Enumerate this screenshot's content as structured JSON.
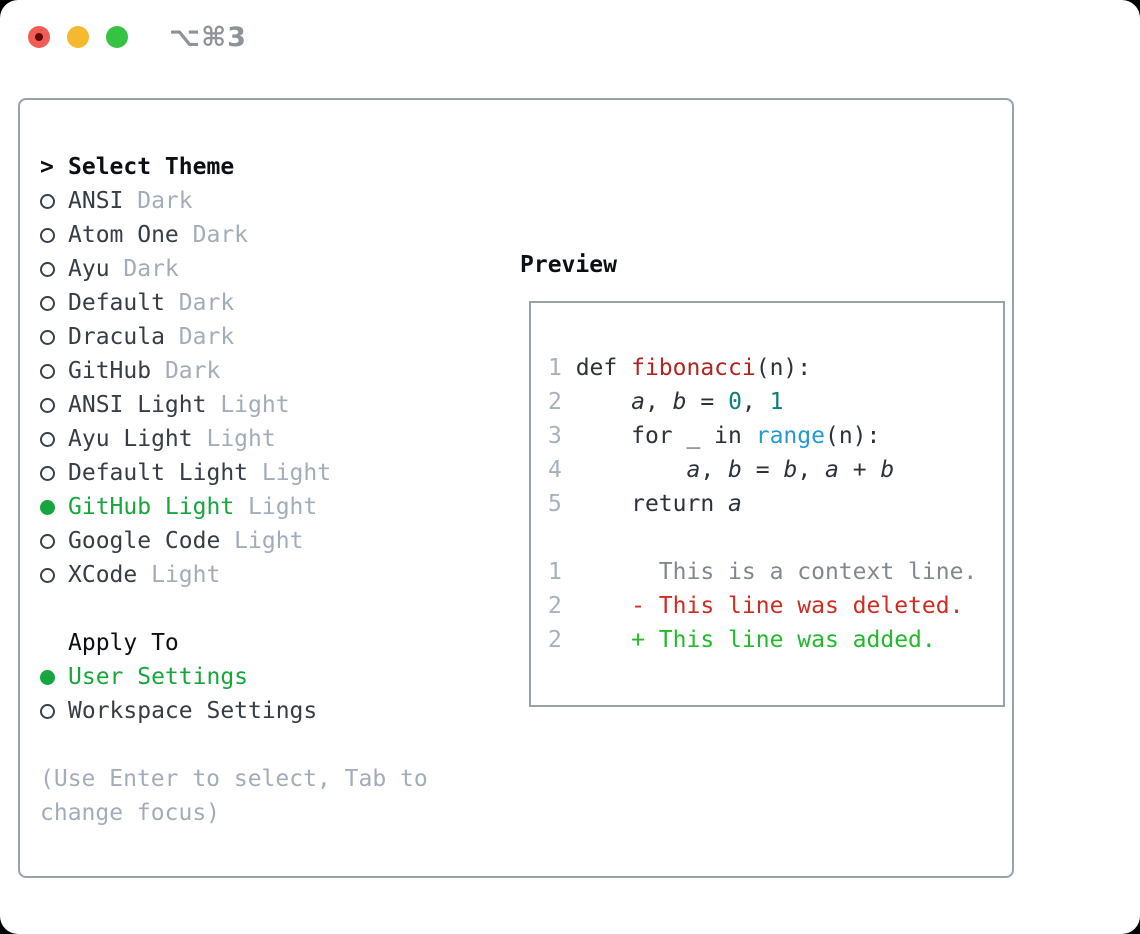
{
  "window": {
    "shortcut_label": "⌥⌘3",
    "traffic_lights": [
      "close",
      "minimize",
      "zoom"
    ]
  },
  "colors": {
    "panel_border": "#99a2ab",
    "selection_green": "#17a63e",
    "added_green": "#23b92d",
    "deleted_red": "#cd2d23",
    "function_red": "#b32420",
    "number_teal": "#0d7e80",
    "builtin_blue": "#239bd0",
    "muted_gray": "#a3adb9",
    "text_dark": "#2b323a",
    "traffic_red": "#f25c54",
    "traffic_yellow": "#f5b82e",
    "traffic_green": "#37c342"
  },
  "theme_panel": {
    "rows": [
      {
        "type": "header",
        "label": "Select Theme"
      },
      {
        "type": "option",
        "state": "off",
        "name": "ANSI",
        "variant": "Dark"
      },
      {
        "type": "option",
        "state": "off",
        "name": "Atom One",
        "variant": "Dark"
      },
      {
        "type": "option",
        "state": "off",
        "name": "Ayu",
        "variant": "Dark"
      },
      {
        "type": "option",
        "state": "off",
        "name": "Default",
        "variant": "Dark"
      },
      {
        "type": "option",
        "state": "off",
        "name": "Dracula",
        "variant": "Dark"
      },
      {
        "type": "option",
        "state": "off",
        "name": "GitHub",
        "variant": "Dark"
      },
      {
        "type": "option",
        "state": "off",
        "name": "ANSI Light",
        "variant": "Light"
      },
      {
        "type": "option",
        "state": "off",
        "name": "Ayu Light",
        "variant": "Light"
      },
      {
        "type": "option",
        "state": "off",
        "name": "Default Light",
        "variant": "Light"
      },
      {
        "type": "option",
        "state": "on",
        "name": "GitHub Light",
        "variant": "Light"
      },
      {
        "type": "option",
        "state": "off",
        "name": "Google Code",
        "variant": "Light"
      },
      {
        "type": "option",
        "state": "off",
        "name": "XCode",
        "variant": "Light"
      },
      {
        "type": "blank"
      },
      {
        "type": "subheader",
        "label": "Apply To"
      },
      {
        "type": "option",
        "state": "on",
        "name": "User Settings",
        "variant": ""
      },
      {
        "type": "option",
        "state": "off",
        "name": "Workspace Settings",
        "variant": ""
      },
      {
        "type": "blank"
      },
      {
        "type": "hint",
        "label": "(Use Enter to select, Tab to"
      },
      {
        "type": "hint",
        "label": "change focus)"
      }
    ]
  },
  "preview": {
    "title": "Preview",
    "lines": [
      {
        "num": "1",
        "segs": [
          {
            "t": "def ",
            "s": "code"
          },
          {
            "t": "fibonacci",
            "s": "func"
          },
          {
            "t": "(n):",
            "s": "code"
          }
        ]
      },
      {
        "num": "2",
        "segs": [
          {
            "t": "    ",
            "s": "code"
          },
          {
            "t": "a",
            "s": "var"
          },
          {
            "t": ", ",
            "s": "code"
          },
          {
            "t": "b",
            "s": "var"
          },
          {
            "t": " = ",
            "s": "code"
          },
          {
            "t": "0",
            "s": "num"
          },
          {
            "t": ", ",
            "s": "code"
          },
          {
            "t": "1",
            "s": "num"
          }
        ]
      },
      {
        "num": "3",
        "segs": [
          {
            "t": "    for _ in ",
            "s": "code"
          },
          {
            "t": "range",
            "s": "builtin"
          },
          {
            "t": "(n):",
            "s": "code"
          }
        ]
      },
      {
        "num": "4",
        "segs": [
          {
            "t": "        ",
            "s": "code"
          },
          {
            "t": "a",
            "s": "var"
          },
          {
            "t": ", ",
            "s": "code"
          },
          {
            "t": "b",
            "s": "var"
          },
          {
            "t": " = ",
            "s": "code"
          },
          {
            "t": "b",
            "s": "var"
          },
          {
            "t": ", ",
            "s": "code"
          },
          {
            "t": "a",
            "s": "var"
          },
          {
            "t": " + ",
            "s": "code"
          },
          {
            "t": "b",
            "s": "var"
          }
        ]
      },
      {
        "num": "5",
        "segs": [
          {
            "t": "    return ",
            "s": "code"
          },
          {
            "t": "a",
            "s": "var"
          }
        ]
      },
      {
        "blank": true
      },
      {
        "num": "1",
        "segs": [
          {
            "t": "      This is a context line.",
            "s": "ctx"
          }
        ]
      },
      {
        "num": "2",
        "segs": [
          {
            "t": "    - This line was deleted.",
            "s": "del"
          }
        ]
      },
      {
        "num": "2",
        "segs": [
          {
            "t": "    + This line was added.",
            "s": "add"
          }
        ]
      }
    ]
  }
}
